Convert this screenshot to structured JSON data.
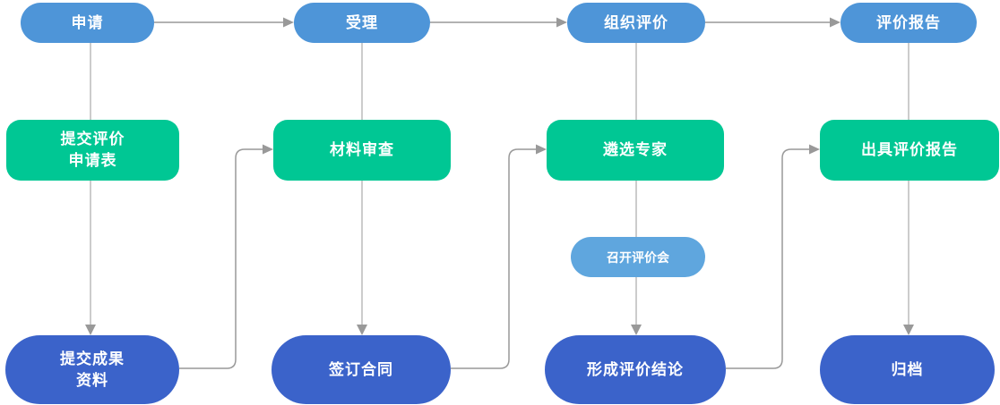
{
  "palette": {
    "stage_blue": "#4E95D8",
    "meeting_light_blue": "#5FA6DE",
    "step_green": "#00C794",
    "result_dark_blue": "#3B63CA",
    "connector_gray": "#999999",
    "label_white": "#FFFFFF"
  },
  "nodes": {
    "apply": {
      "label": "申请"
    },
    "accept": {
      "label": "受理"
    },
    "organize": {
      "label": "组织评价"
    },
    "report": {
      "label": "评价报告"
    },
    "submit_form": {
      "label": "提交评价\n申请表"
    },
    "material_review": {
      "label": "材料审查"
    },
    "select_experts": {
      "label": "遴选专家"
    },
    "issue_report": {
      "label": "出具评价报告"
    },
    "hold_meeting": {
      "label": "召开评价会"
    },
    "submit_materials": {
      "label": "提交成果\n资料"
    },
    "sign_contract": {
      "label": "签订合同"
    },
    "form_conclusion": {
      "label": "形成评价结论"
    },
    "archive": {
      "label": "归档"
    }
  },
  "edges": [
    {
      "from": "申请",
      "to": "受理",
      "arrow": true
    },
    {
      "from": "受理",
      "to": "组织评价",
      "arrow": true
    },
    {
      "from": "组织评价",
      "to": "评价报告",
      "arrow": true
    },
    {
      "from": "申请",
      "to": "提交评价申请表",
      "arrow": false
    },
    {
      "from": "受理",
      "to": "材料审查",
      "arrow": false
    },
    {
      "from": "组织评价",
      "to": "遴选专家",
      "arrow": false
    },
    {
      "from": "评价报告",
      "to": "出具评价报告",
      "arrow": false
    },
    {
      "from": "提交评价申请表",
      "to": "提交成果资料",
      "arrow": true
    },
    {
      "from": "材料审查",
      "to": "签订合同",
      "arrow": true
    },
    {
      "from": "遴选专家",
      "to": "召开评价会",
      "arrow": false
    },
    {
      "from": "召开评价会",
      "to": "形成评价结论",
      "arrow": true
    },
    {
      "from": "出具评价报告",
      "to": "归档",
      "arrow": true
    },
    {
      "from": "提交成果资料",
      "to": "材料审查",
      "arrow": true
    },
    {
      "from": "签订合同",
      "to": "遴选专家",
      "arrow": true
    },
    {
      "from": "形成评价结论",
      "to": "出具评价报告",
      "arrow": true
    }
  ]
}
